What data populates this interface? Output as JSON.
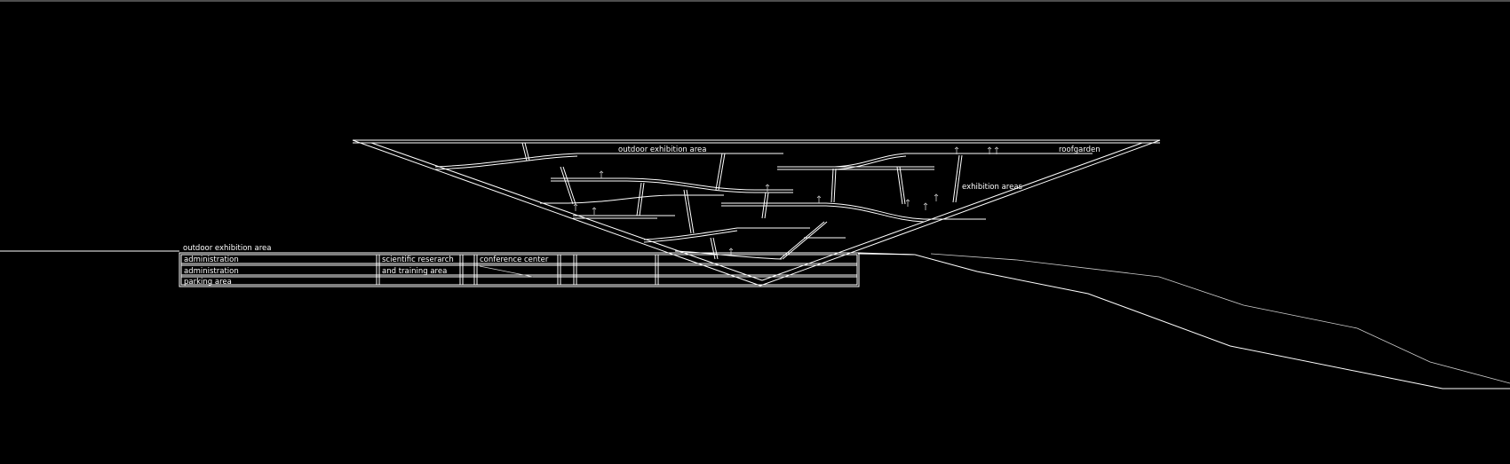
{
  "drawing": {
    "type": "architectural-section",
    "line_color": "#ffffff",
    "background_color": "#000000"
  },
  "labels": {
    "outdoor_exhibition_top": "outdoor exhibition area",
    "roofgarden": "roofgarden",
    "exhibition_areas": "exhibition areas",
    "outdoor_exhibition_ground": "outdoor exhibition area",
    "administration_1": "administration",
    "administration_2": "administration",
    "parking_area": "parking area",
    "scientific_research": "scientific reserarch",
    "and_training_area": "and training area",
    "conference_center": "conference center"
  }
}
